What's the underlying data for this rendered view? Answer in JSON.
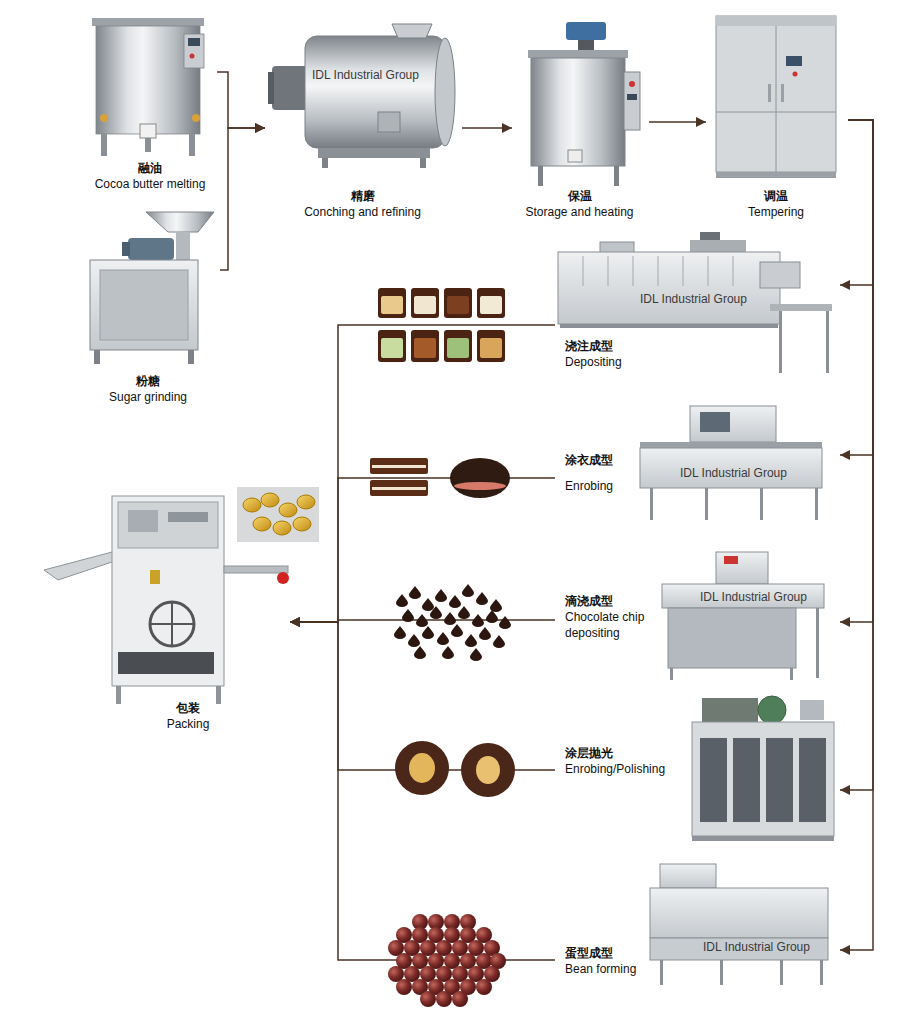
{
  "diagram": {
    "nodes": [
      {
        "text": [
          "融油",
          "Cocoa butter melting"
        ]
      },
      {
        "text": [
          "粉糖",
          "Sugar grinding"
        ]
      },
      {
        "text": [
          "精磨",
          "Conching and refining"
        ]
      },
      {
        "text": [
          "保温",
          "Storage and heating"
        ]
      },
      {
        "text": [
          "调温",
          "Tempering"
        ]
      },
      {
        "text": [
          "浇注成型",
          "Depositing"
        ]
      },
      {
        "text": [
          "涂衣成型",
          "Enrobing"
        ]
      },
      {
        "text": [
          "滴浇成型",
          "Chocolate chip depositing"
        ]
      },
      {
        "text": [
          "涂层抛光",
          "Enrobing/Polishing"
        ]
      },
      {
        "text": [
          "蛋型成型",
          "Bean forming"
        ]
      },
      {
        "text": [
          "包装",
          "Packing"
        ]
      }
    ],
    "edges": [
      {
        "from": 0,
        "to": 2,
        "arrow": "to"
      },
      {
        "from": 1,
        "to": 2,
        "arrow": "to"
      },
      {
        "from": 2,
        "to": 3,
        "arrow": "to"
      },
      {
        "from": 3,
        "to": 4,
        "arrow": "to"
      },
      {
        "from": 4,
        "to": 5,
        "arrow": "to"
      },
      {
        "from": 4,
        "to": 6,
        "arrow": "to"
      },
      {
        "from": 4,
        "to": 7,
        "arrow": "to"
      },
      {
        "from": 4,
        "to": 8,
        "arrow": "to"
      },
      {
        "from": 4,
        "to": 9,
        "arrow": "to"
      },
      {
        "from": 5,
        "to": 10,
        "arrow": "to"
      },
      {
        "from": 6,
        "to": 10,
        "arrow": "to"
      },
      {
        "from": 7,
        "to": 10,
        "arrow": "to"
      },
      {
        "from": 8,
        "to": 10,
        "arrow": "to"
      },
      {
        "from": 9,
        "to": 10,
        "arrow": "to"
      }
    ],
    "labels": [
      "IDL Industrial Group",
      "IDL Industrial Group",
      "IDL Industrial Group",
      "IDL Industrial Group",
      "IDL Industrial Group"
    ]
  }
}
